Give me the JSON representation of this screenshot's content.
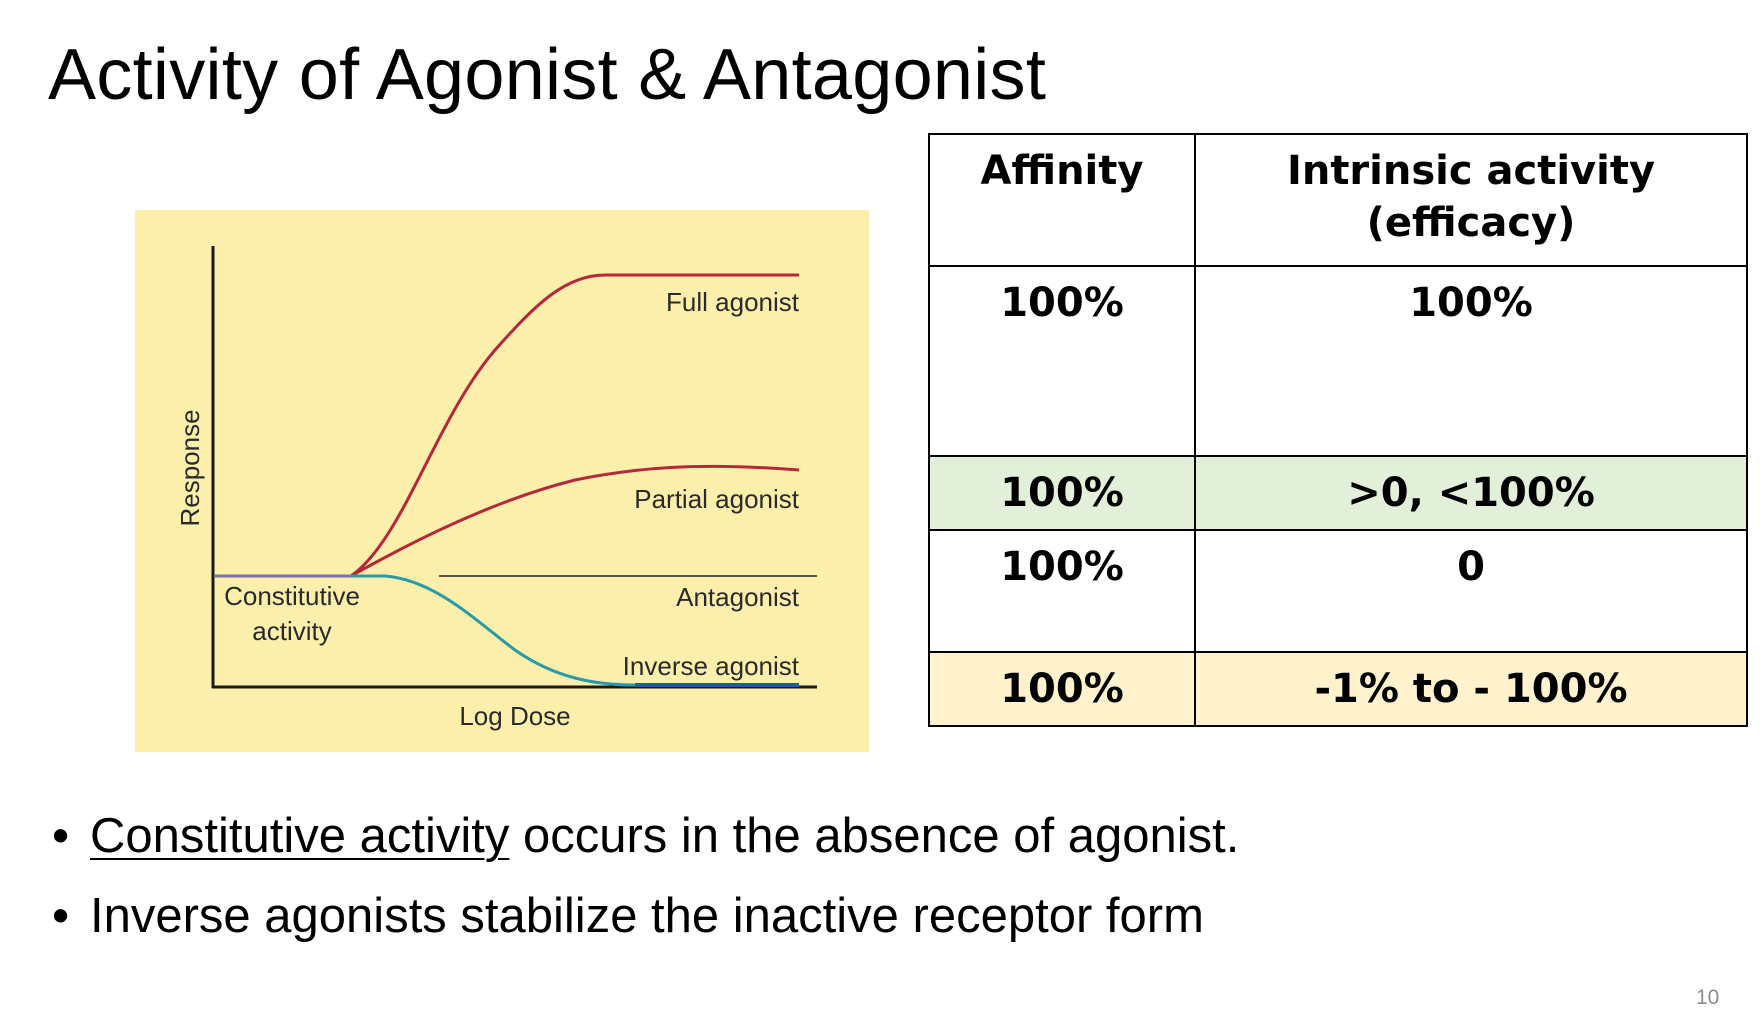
{
  "slide": {
    "title": "Activity of Agonist & Antagonist",
    "page_number": "10"
  },
  "figure": {
    "y_axis_label": "Response",
    "x_axis_label": "Log Dose",
    "curves": {
      "full_agonist": "Full agonist",
      "partial_agonist": "Partial agonist",
      "antagonist": "Antagonist",
      "inverse_agonist": "Inverse agonist"
    },
    "baseline_label_line1": "Constitutive",
    "baseline_label_line2": "activity",
    "colors": {
      "background": "#fcefab",
      "agonist_curves": "#b5283b",
      "inverse_agonist_curve": "#2a9aa8",
      "antagonist_line": "#555555"
    }
  },
  "table": {
    "headers": {
      "affinity": "Affinity",
      "efficacy_line1": "Intrinsic activity",
      "efficacy_line2": "(efficacy)"
    },
    "rows": [
      {
        "affinity": "100%",
        "efficacy": "100%"
      },
      {
        "affinity": "100%",
        "efficacy": ">0, <100%",
        "highlight": "#e2f0d9"
      },
      {
        "affinity": "100%",
        "efficacy": "0"
      },
      {
        "affinity": "100%",
        "efficacy": "-1% to - 100%",
        "highlight": "#fff2cc"
      }
    ]
  },
  "notes": [
    {
      "underlined": "Constitutive activity",
      "rest": " occurs in the absence of agonist."
    },
    {
      "underlined": "",
      "rest": "Inverse agonists stabilize the inactive receptor form"
    }
  ]
}
